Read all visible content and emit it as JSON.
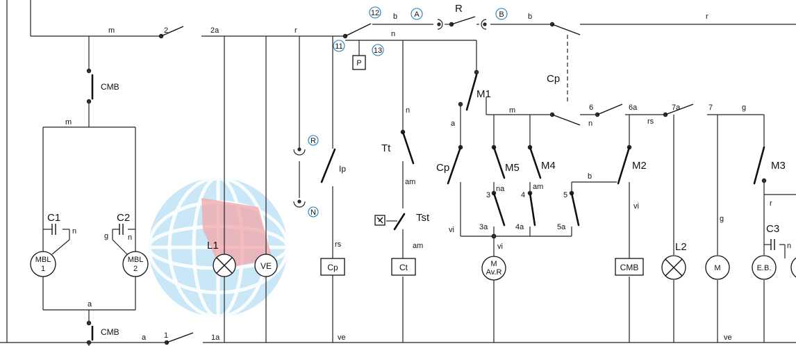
{
  "wire_labels": {
    "m_top": "m",
    "m_left": "m",
    "a_left": "a",
    "a_bottom": "a",
    "n2a": "2a",
    "r_mid": "r",
    "ip": "Ip",
    "rs": "rs",
    "ve": "ve",
    "n1a": "1a",
    "n1": "1",
    "n2": "2",
    "b_top": "b",
    "b_top2": "b",
    "r_right": "r",
    "n_top": "n",
    "n_mid": "n",
    "n_right": "n",
    "m_mid": "m",
    "a_mid": "a",
    "am1": "am",
    "am2": "am",
    "vi1": "vi",
    "vi2": "vi",
    "vi3": "vi",
    "n3": "3",
    "n3a": "3a",
    "na": "na",
    "n4": "4",
    "n4a": "4a",
    "am4": "am",
    "n5": "5",
    "n5a": "5a",
    "b_mid": "b",
    "n6": "6",
    "n6a": "6a",
    "n7a": "7a",
    "n7": "7",
    "rs2": "rs",
    "g1": "g",
    "g2": "g",
    "ve2": "ve",
    "r2": "r",
    "n_c1": "n",
    "g_c2": "g",
    "n_c2": "n",
    "n_c3": "n"
  },
  "switch_labels": {
    "cmb_top": "CMB",
    "cmb_bottom": "CMB",
    "c1": "C1",
    "c2": "C2",
    "c3": "C3",
    "m1": "M1",
    "m2": "M2",
    "m3": "M3",
    "m4": "M4",
    "m5": "M5",
    "cp_dashed": "Cp",
    "cp_left": "Cp",
    "tt": "Tt",
    "tst": "Tst",
    "r_switch": "R"
  },
  "terminals": {
    "t11": "11",
    "t12": "12",
    "t13": "13",
    "tA": "A",
    "tB": "B",
    "tR": "R",
    "tN": "N"
  },
  "components": {
    "mbl1_top": "MBL",
    "mbl1_bot": "1",
    "mbl2_top": "MBL",
    "mbl2_bot": "2",
    "l1": "L1",
    "ve": "VE",
    "cp_box": "Cp",
    "ct_box": "Ct",
    "p_box": "P",
    "motor_m": "M",
    "motor_avr": "Av.R",
    "cmb_box": "CMB",
    "l2": "L2",
    "m_motor": "M",
    "eb": "E.B."
  },
  "watermark": {
    "brand_color": "#00a7e1"
  }
}
